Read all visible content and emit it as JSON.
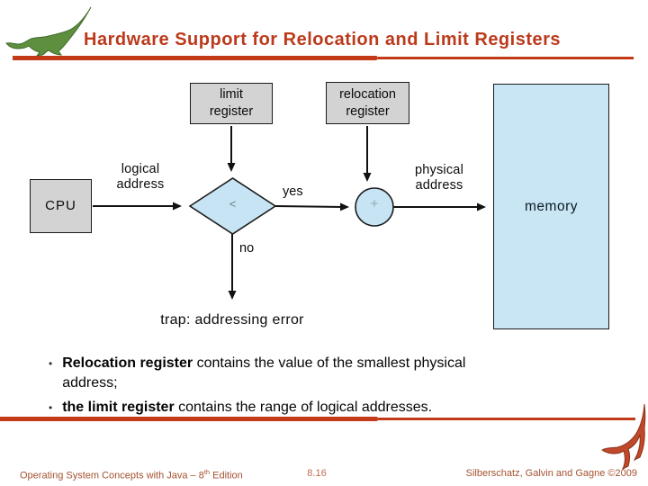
{
  "header": {
    "title": "Hardware Support for Relocation and Limit Registers"
  },
  "diagram": {
    "limit_register_label": "limit\nregister",
    "relocation_register_label": "relocation\nregister",
    "cpu_label": "CPU",
    "memory_label": "memory",
    "logical_address_label": "logical\naddress",
    "physical_address_label": "physical\naddress",
    "comparator_symbol": "<",
    "adder_symbol": "+",
    "yes_label": "yes",
    "no_label": "no",
    "trap_label": "trap: addressing error"
  },
  "bullets": [
    {
      "bold": "Relocation register",
      "rest": " contains the value of the smallest physical address;"
    },
    {
      "bold": "the limit register",
      "rest": " contains the range of logical addresses."
    }
  ],
  "footer": {
    "book_prefix": "Operating System Concepts  with Java – 8",
    "book_sup": "th",
    "book_suffix": " Edition",
    "page": "8.16",
    "authors": "Silberschatz, Galvin and Gagne ©2009"
  },
  "colors": {
    "title_red": "#BC3A1C",
    "rule_red": "#C23A18",
    "footer_red": "#A5512F",
    "page_number_red": "#BF6B52",
    "register_box_gray": "#D3D3D3",
    "memory_blue": "#C9E6F5",
    "shape_blue": "#C6E4F4",
    "border_dark": "#1b1b1b",
    "logo_green": "#5d8f3f",
    "logo_red": "#C0482B"
  }
}
